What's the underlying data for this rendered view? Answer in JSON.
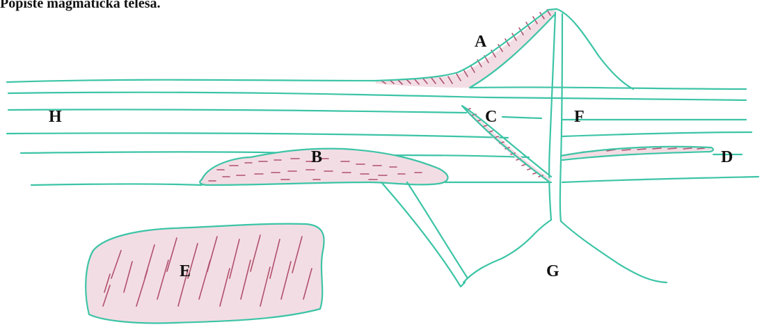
{
  "title": "Popište magmatická tělesa.",
  "colors": {
    "outline": "#3cc4a6",
    "hatch": "#b0506e",
    "text": "#111111"
  },
  "labels": {
    "a": "A",
    "b": "B",
    "c": "C",
    "d": "D",
    "e": "E",
    "f": "F",
    "g": "G",
    "h": "H"
  }
}
